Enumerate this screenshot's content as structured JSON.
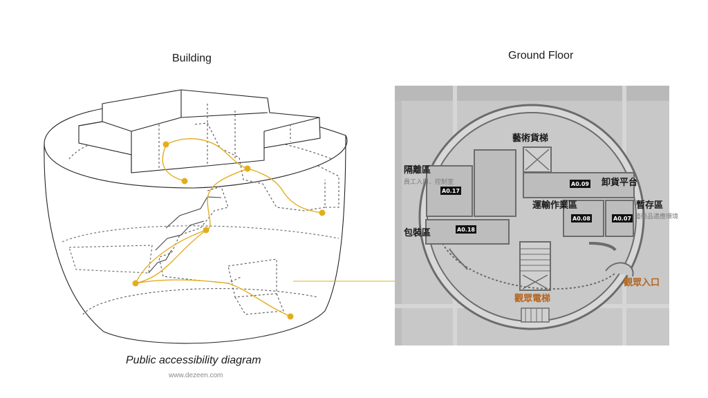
{
  "titles": {
    "building": "Building",
    "ground_floor": "Ground Floor"
  },
  "caption": "Public accessibility diagram",
  "credit": "www.dezeen.com",
  "colors": {
    "path": "#e3ad1f",
    "plan_bg": "#c8c8c8",
    "plan_dark": "#6b6b6b",
    "entrance_text": "#b5651d"
  },
  "floor_plan": {
    "labels": {
      "art_lift": "藝術貨梯",
      "isolation": "隔離區",
      "staff_entry": "員工入口．控制室",
      "unloading": "卸貨平台",
      "transport_work": "運輸作業區",
      "temp_storage": "暫存區",
      "art_env": "藝術品適應環境",
      "packing": "包裝區",
      "visitor_lift": "觀眾電梯",
      "visitor_entry": "觀眾入口"
    },
    "rooms": {
      "a017": "A0.17",
      "a009": "A0.09",
      "a008": "A0.08",
      "a007": "A0.07",
      "a018": "A0.18"
    }
  }
}
